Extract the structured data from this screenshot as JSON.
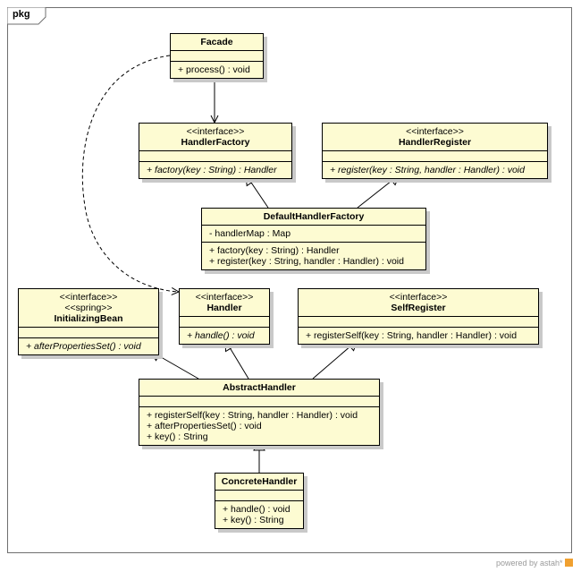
{
  "package": {
    "label": "pkg"
  },
  "footer": {
    "text": "powered by astah*"
  },
  "classes": {
    "facade": {
      "name": "Facade",
      "ops": [
        "+ process() : void"
      ]
    },
    "handler_factory": {
      "stereotype": "<<interface>>",
      "name": "HandlerFactory",
      "ops": [
        "+ factory(key : String) : Handler"
      ]
    },
    "handler_register": {
      "stereotype": "<<interface>>",
      "name": "HandlerRegister",
      "ops": [
        "+ register(key : String, handler : Handler) : void"
      ]
    },
    "default_handler_factory": {
      "name": "DefaultHandlerFactory",
      "attrs": [
        "- handlerMap : Map"
      ],
      "ops": [
        "+ factory(key : String) : Handler",
        "+ register(key : String, handler : Handler) : void"
      ]
    },
    "initializing_bean": {
      "stereotype": "<<interface>>",
      "stereotype2": "<<spring>>",
      "name": "InitializingBean",
      "ops": [
        "+ afterPropertiesSet() : void"
      ]
    },
    "handler": {
      "stereotype": "<<interface>>",
      "name": "Handler",
      "ops": [
        "+ handle() : void"
      ]
    },
    "self_register": {
      "stereotype": "<<interface>>",
      "name": "SelfRegister",
      "ops": [
        "+ registerSelf(key : String, handler : Handler) : void"
      ]
    },
    "abstract_handler": {
      "name": "AbstractHandler",
      "ops": [
        "+ registerSelf(key : String, handler : Handler) : void",
        "+ afterPropertiesSet() : void",
        "+ key() : String"
      ]
    },
    "concrete_handler": {
      "name": "ConcreteHandler",
      "ops": [
        "+ handle() : void",
        "+ key() : String"
      ]
    }
  }
}
